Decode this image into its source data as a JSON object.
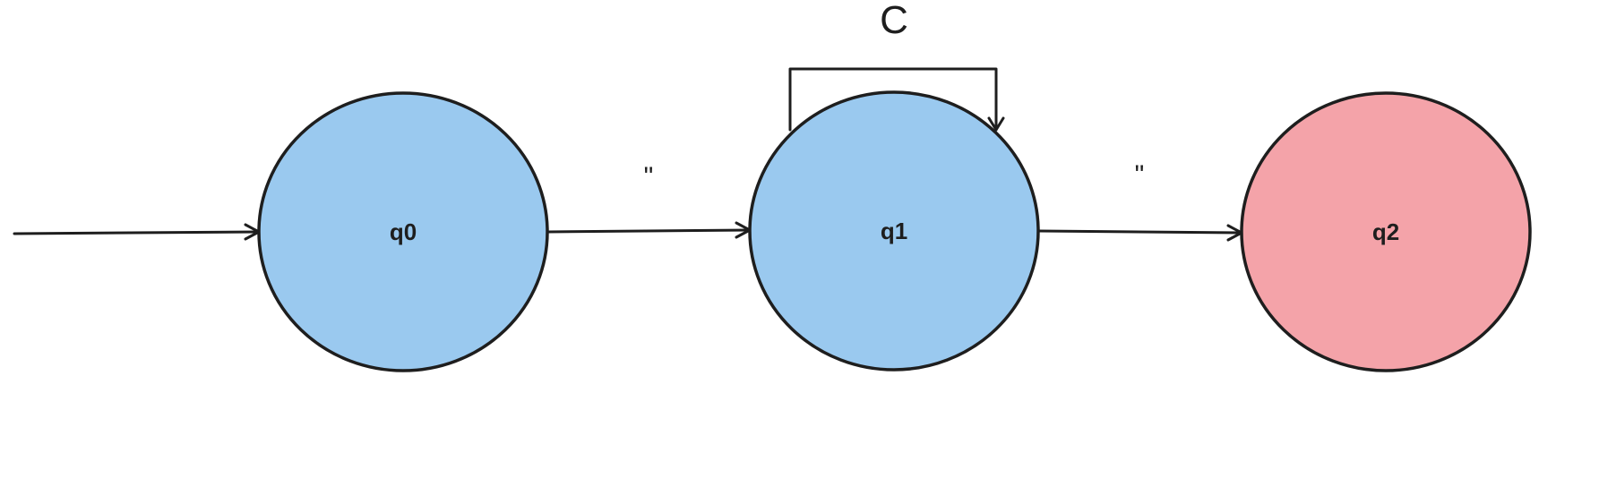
{
  "colors": {
    "state_fill": "#9ac9ef",
    "final_state_fill": "#f4a3a9",
    "stroke": "#1e1e1e"
  },
  "states": [
    {
      "id": "q0",
      "label": "q0",
      "fill": "#9ac9ef"
    },
    {
      "id": "q1",
      "label": "q1",
      "fill": "#9ac9ef"
    },
    {
      "id": "q2",
      "label": "q2",
      "fill": "#f4a3a9"
    }
  ],
  "transitions": [
    {
      "from": "start",
      "to": "q0",
      "label": ""
    },
    {
      "from": "q0",
      "to": "q1",
      "label": "\""
    },
    {
      "from": "q1",
      "to": "q1",
      "label": "C"
    },
    {
      "from": "q1",
      "to": "q2",
      "label": "\""
    }
  ]
}
